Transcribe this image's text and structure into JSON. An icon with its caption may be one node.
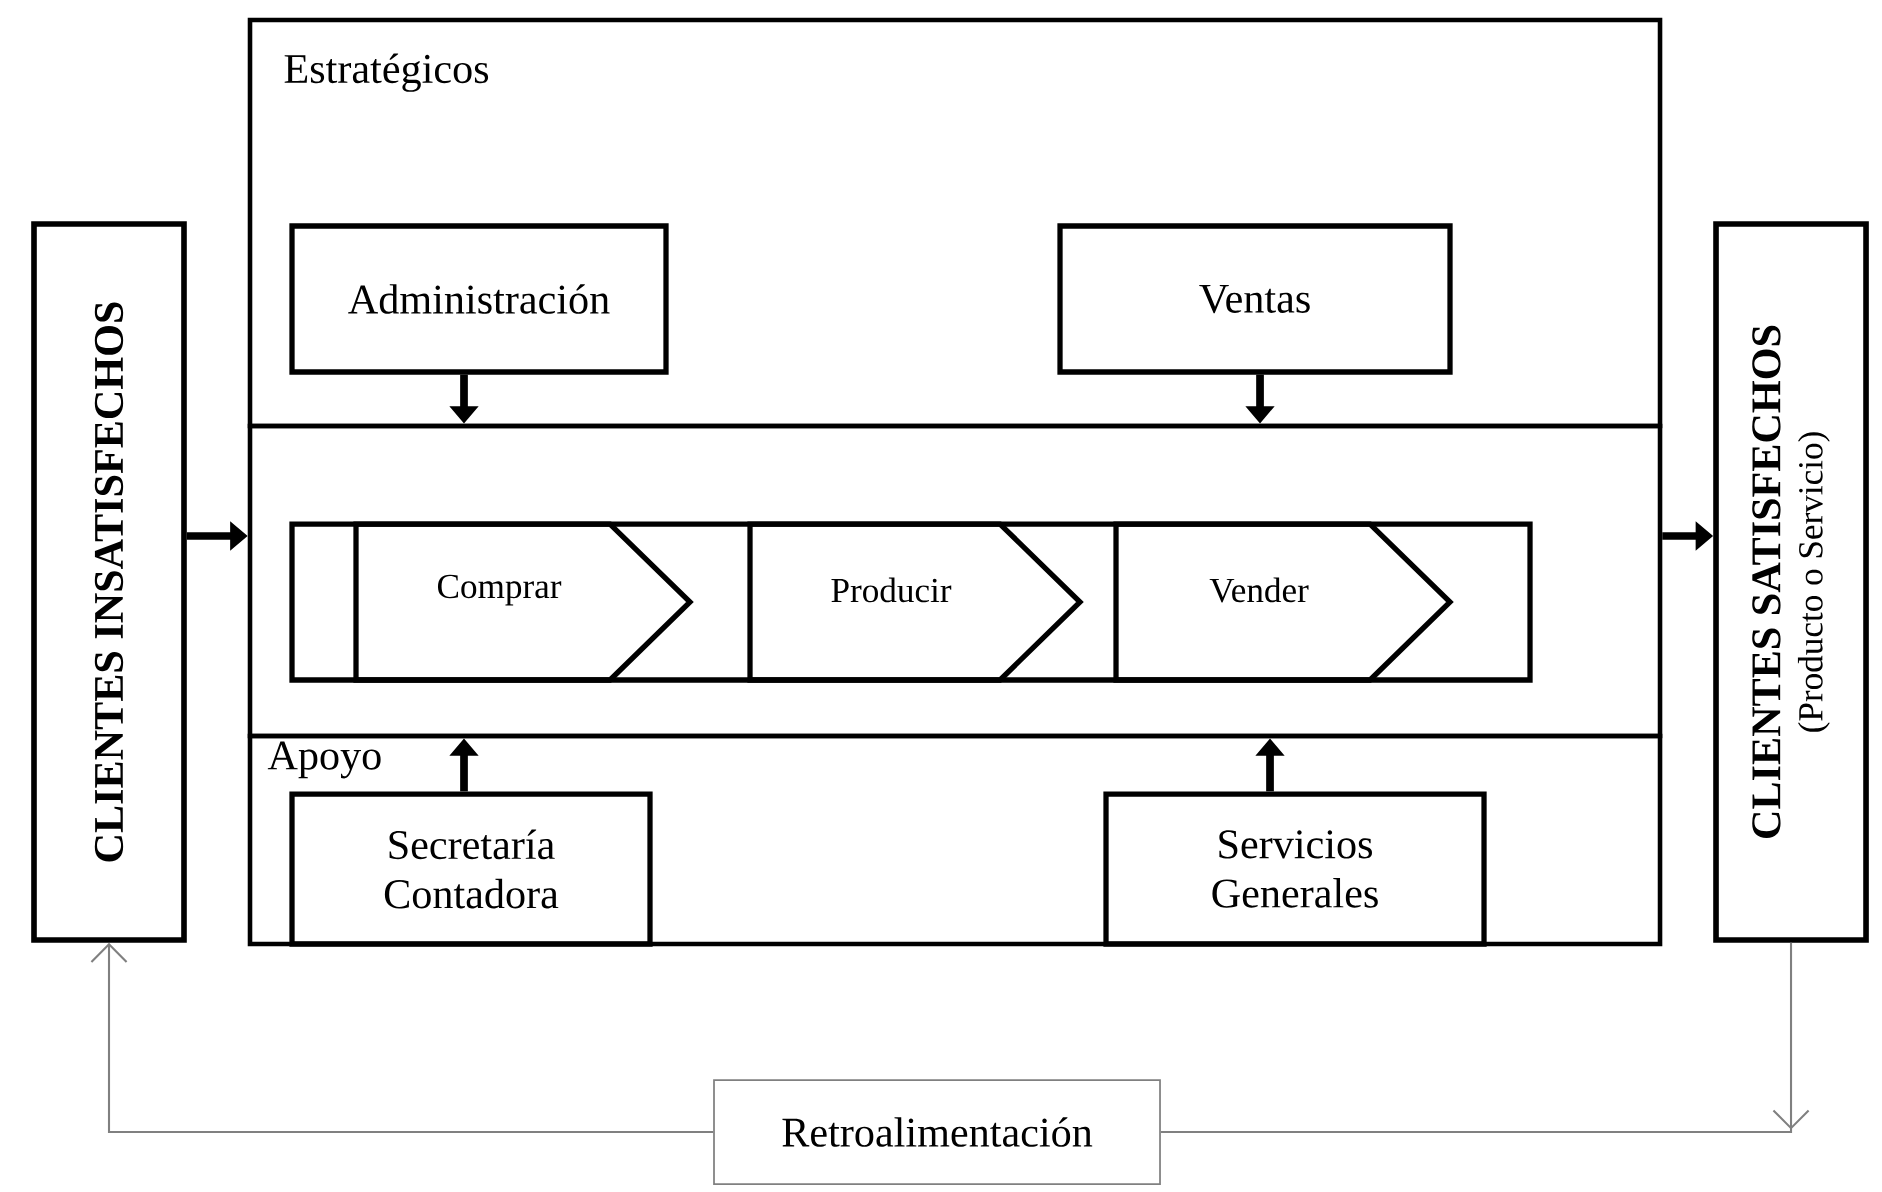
{
  "diagram": {
    "nodes": [
      {
        "text": [
          "CLIENTES INSATISFECHOS"
        ]
      },
      {
        "text": [
          "Estratégicos"
        ]
      },
      {
        "text": [
          "Administración"
        ],
        "in": 1
      },
      {
        "text": [
          "Ventas"
        ],
        "in": 1
      },
      {
        "text": [],
        "shape": "box"
      },
      {
        "text": [],
        "shape": "bar",
        "in": 4
      },
      {
        "text": [
          "Comprar"
        ],
        "in": 5
      },
      {
        "text": [
          "Producir"
        ],
        "in": 5
      },
      {
        "text": [
          "Vender"
        ],
        "in": 5
      },
      {
        "text": [
          "Apoyo"
        ]
      },
      {
        "text": [
          "Secretaría Contadora"
        ],
        "in": 9
      },
      {
        "text": [
          "Servicios Generales"
        ],
        "in": 9
      },
      {
        "text": [
          "CLIENTES SATISFECHOS",
          "(Producto o Servicio)"
        ]
      },
      {
        "text": [
          "Retroalimentación"
        ]
      }
    ],
    "edges": [
      {
        "from": 0,
        "to": 4,
        "arrow": "to"
      },
      {
        "from": 2,
        "to": 4,
        "arrow": "to"
      },
      {
        "from": 3,
        "to": 4,
        "arrow": "to"
      },
      {
        "from": 10,
        "to": 4,
        "arrow": "to"
      },
      {
        "from": 11,
        "to": 4,
        "arrow": "to"
      },
      {
        "from": 4,
        "to": 12,
        "arrow": "to"
      },
      {
        "from": 12,
        "to": 13,
        "arrow": "to",
        "color": "#808080"
      },
      {
        "from": 13,
        "to": 0,
        "arrow": "to",
        "color": "#808080"
      }
    ]
  }
}
